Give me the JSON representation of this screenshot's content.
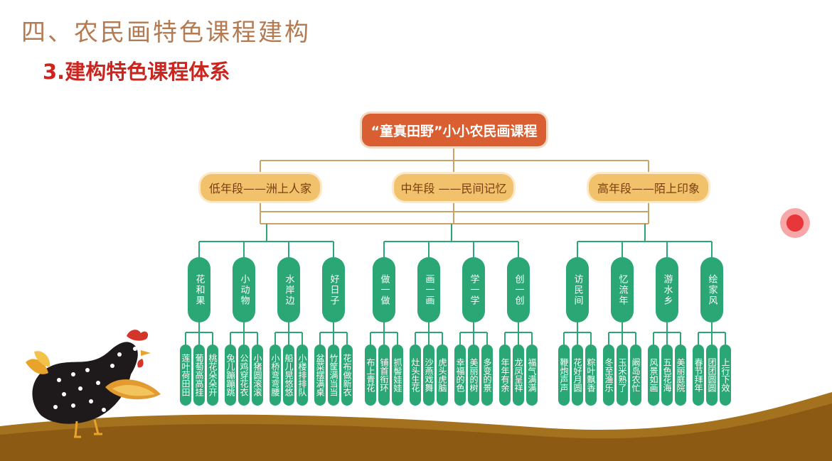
{
  "header": {
    "title": "四、农民画特色课程建构",
    "subtitle": "3.建构特色课程体系"
  },
  "tree": {
    "root": "“童真田野”小小农民画课程",
    "stages": [
      {
        "label": "低年段——洲上人家",
        "themes": [
          {
            "label": "花和果",
            "items": [
              "莲叶荷田田",
              "葡萄高高挂",
              "桃花朵朵开"
            ]
          },
          {
            "label": "小动物",
            "items": [
              "兔儿蹦蹦跳",
              "公鸡穿花衣",
              "小猪圆滚滚"
            ]
          },
          {
            "label": "水岸边",
            "items": [
              "小桥弯弯腰",
              "船儿晃悠悠",
              "小楼排排队"
            ]
          },
          {
            "label": "好日子",
            "items": [
              "盆菜摆满桌",
              "竹筐满当当",
              "花布做新衣"
            ]
          }
        ]
      },
      {
        "label": "中年段 ——民间记忆",
        "themes": [
          {
            "label": "做一做",
            "items": [
              "布上青花",
              "铺首衔环",
              "抓髻娃娃"
            ]
          },
          {
            "label": "画一画",
            "items": [
              "灶头生花",
              "沙燕戏舞",
              "虎头虎脑"
            ]
          },
          {
            "label": "学一学",
            "items": [
              "幸福的色",
              "美丽的树",
              "多变的景"
            ]
          },
          {
            "label": "创一创",
            "items": [
              "年年有余",
              "龙凤呈祥",
              "福气满满"
            ]
          }
        ]
      },
      {
        "label": "高年段——陌上印象",
        "themes": [
          {
            "label": "访民间",
            "items": [
              "鞭炮声声",
              "花好月圆",
              "粽叶飘香"
            ]
          },
          {
            "label": "忆流年",
            "items": [
              "冬至渔乐",
              "玉米熟了",
              "阚岛农忙"
            ]
          },
          {
            "label": "游水乡",
            "items": [
              "风景如画",
              "五色花海",
              "美丽庭院"
            ]
          },
          {
            "label": "绘家风",
            "items": [
              "春节拜年",
              "团团圆圆",
              "上行下效"
            ]
          }
        ]
      }
    ]
  }
}
